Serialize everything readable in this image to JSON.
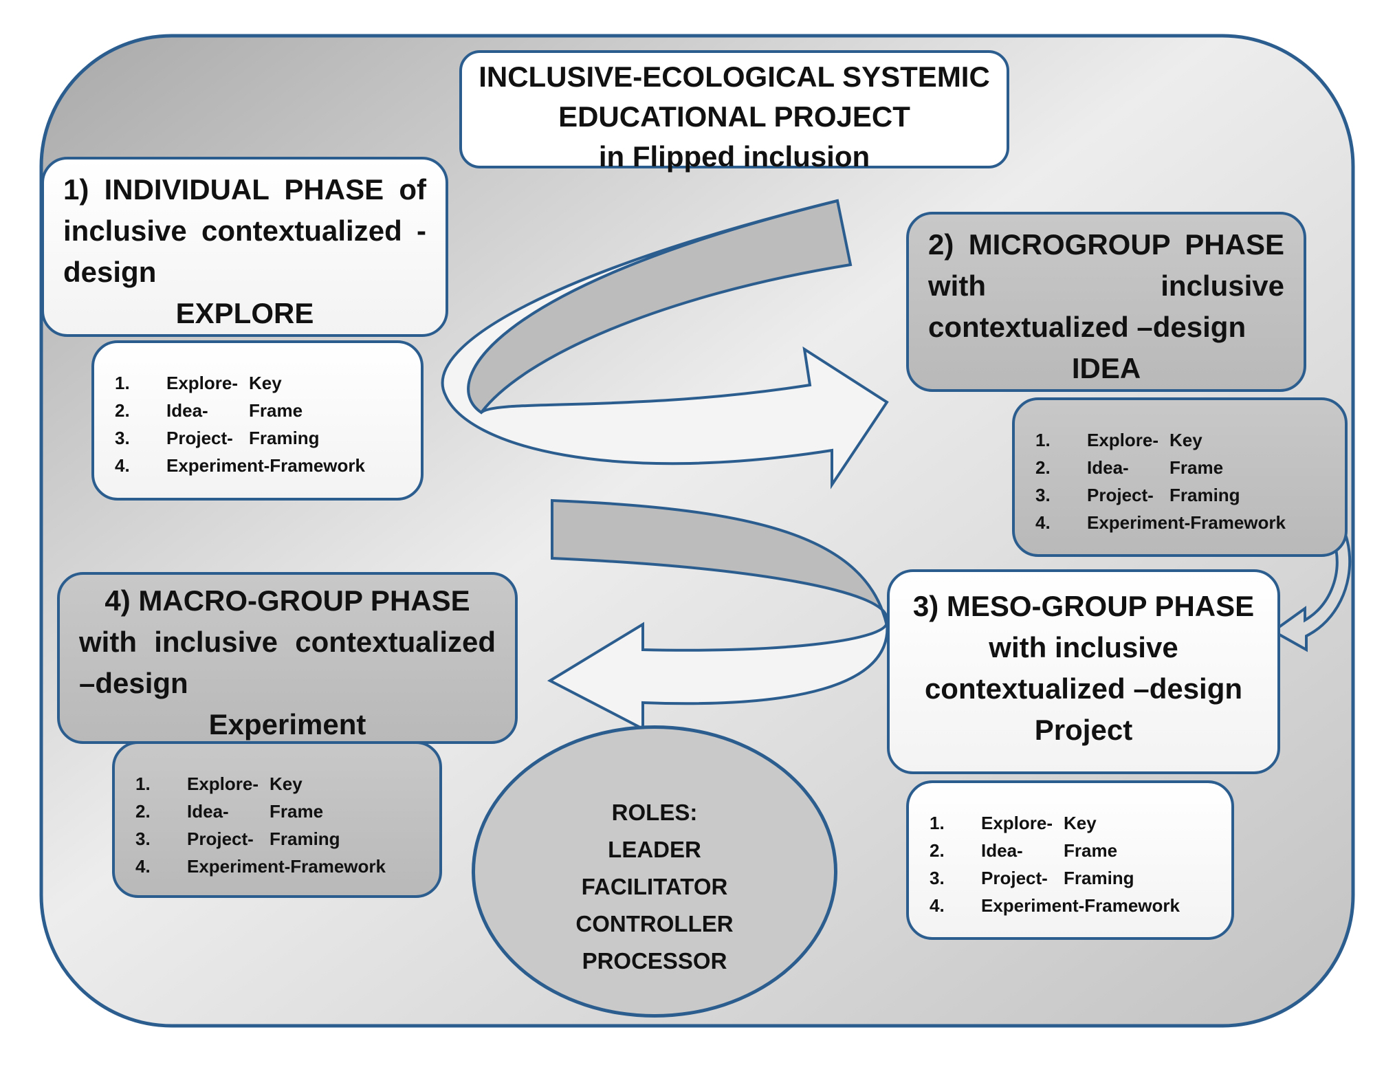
{
  "title": {
    "line1": "INCLUSIVE-ECOLOGICAL SYSTEMIC",
    "line2": "EDUCATIONAL PROJECT",
    "line3": "in Flipped inclusion"
  },
  "phases": [
    {
      "line1": "1) INDIVIDUAL PHASE of",
      "line2": "inclusive contextualized -",
      "line3": "design",
      "keyword": "EXPLORE"
    },
    {
      "line1": "2) MICROGROUP PHASE",
      "line2": "with inclusive",
      "line3": "contextualized –design",
      "keyword": "IDEA"
    },
    {
      "line1": "3) MESO-GROUP PHASE",
      "line2": "with inclusive",
      "line3": "contextualized –design",
      "keyword": "Project"
    },
    {
      "line1": "4) MACRO-GROUP PHASE",
      "line2": "with inclusive contextualized",
      "line3": "–design",
      "keyword": "Experiment"
    }
  ],
  "steps": [
    {
      "num": "1.",
      "a": "Explore-",
      "b": "Key"
    },
    {
      "num": "2.",
      "a": "Idea-",
      "b": "Frame"
    },
    {
      "num": "3.",
      "a": "Project-",
      "b": "Framing"
    },
    {
      "num": "4.",
      "a": "Experiment-Framework",
      "b": ""
    }
  ],
  "roles": {
    "heading": "ROLES:",
    "items": [
      "LEADER",
      "FACILITATOR",
      "CONTROLLER",
      "PROCESSOR"
    ]
  },
  "colors": {
    "border": "#2c5d8f",
    "grey_box": "#bdbdbd",
    "white_box": "#ffffff",
    "arrow_fill_light": "#f4f4f4",
    "arrow_fill_dark": "#bcbcbc"
  }
}
